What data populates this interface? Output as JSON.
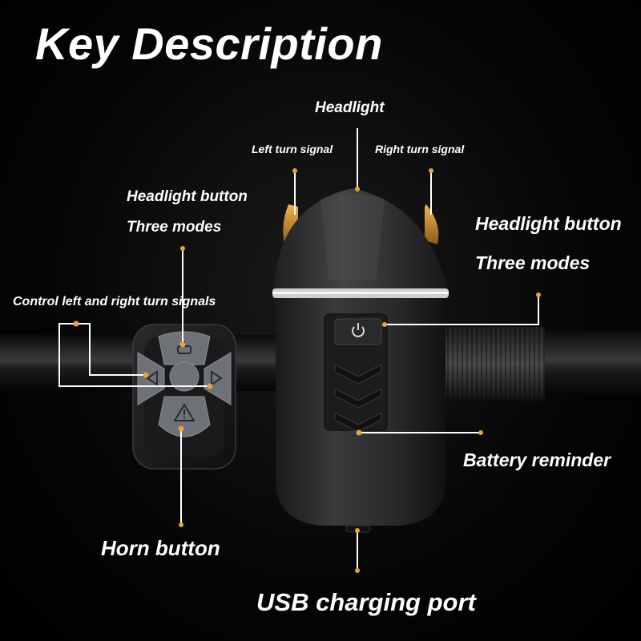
{
  "title": "Key Description",
  "labels": {
    "headlight": "Headlight",
    "left_turn_signal": "Left turn signal",
    "right_turn_signal": "Right turn signal",
    "remote_headlight_button": "Headlight button",
    "remote_three_modes": "Three modes",
    "lamp_headlight_button": "Headlight button",
    "lamp_three_modes": "Three modes",
    "control_turn_signals": "Control left and right turn signals",
    "battery_reminder": "Battery reminder",
    "horn_button": "Horn button",
    "usb_charging_port": "USB charging port"
  },
  "colors": {
    "background": "#000000",
    "text": "#ffffff",
    "callout_dot": "#e8a33a",
    "lamp_body": "#2b2b2d",
    "turn_signal_amber": "#c98a2a",
    "remote_button": "#6e7277"
  },
  "icons": [
    "power-icon",
    "warning-triangle-icon",
    "arrow-left-icon",
    "arrow-right-icon",
    "headlight-mode-icon"
  ]
}
